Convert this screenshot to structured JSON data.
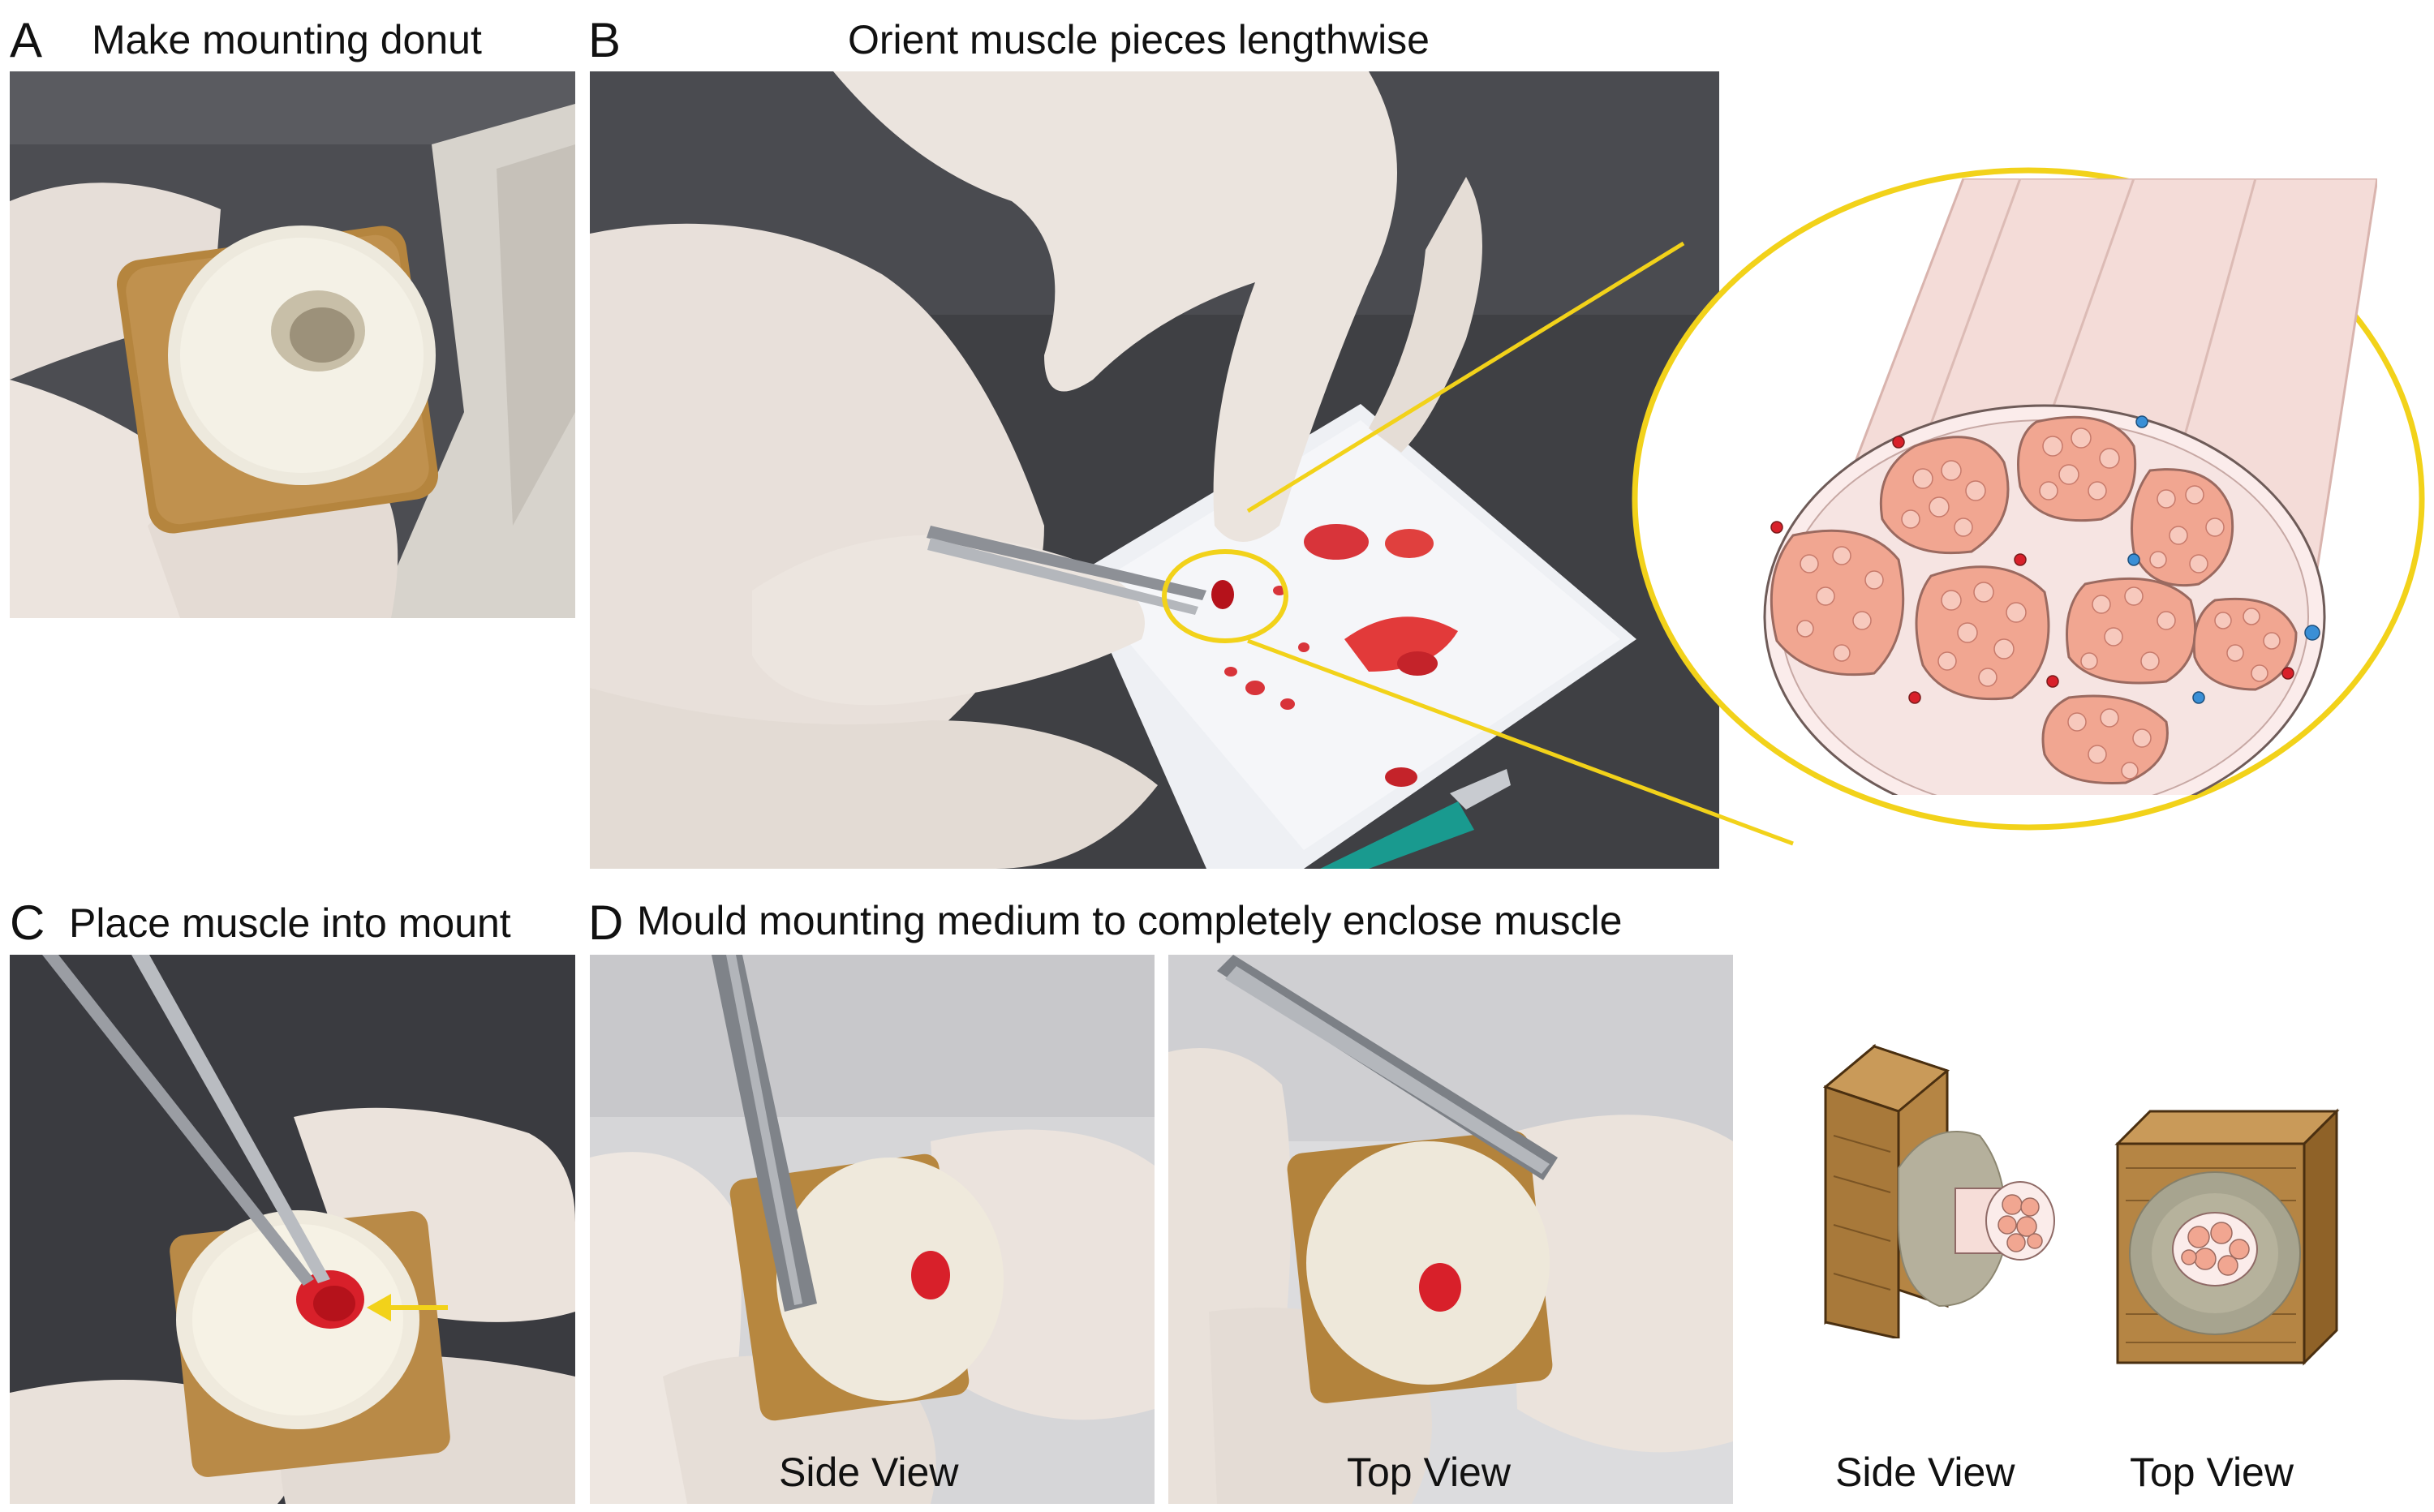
{
  "panels": {
    "a": {
      "letter": "A",
      "title": "Make mounting donut"
    },
    "b": {
      "letter": "B",
      "title": "Orient muscle pieces lengthwise"
    },
    "c": {
      "letter": "C",
      "title": "Place muscle into mount"
    },
    "d": {
      "letter": "D",
      "title": "Mould mounting medium to completely enclose muscle",
      "photo_side_caption": "Side View",
      "photo_top_caption": "Top View",
      "diagram_side_caption": "Side View",
      "diagram_top_caption": "Top View"
    }
  },
  "colors": {
    "highlight": "#f2d21a",
    "muscle_red": "#d8202a",
    "cork": "#b88746",
    "glove": "#ebe2dc",
    "fascicle": "#f1a691",
    "fiber_tube": "#f4dcd8"
  }
}
